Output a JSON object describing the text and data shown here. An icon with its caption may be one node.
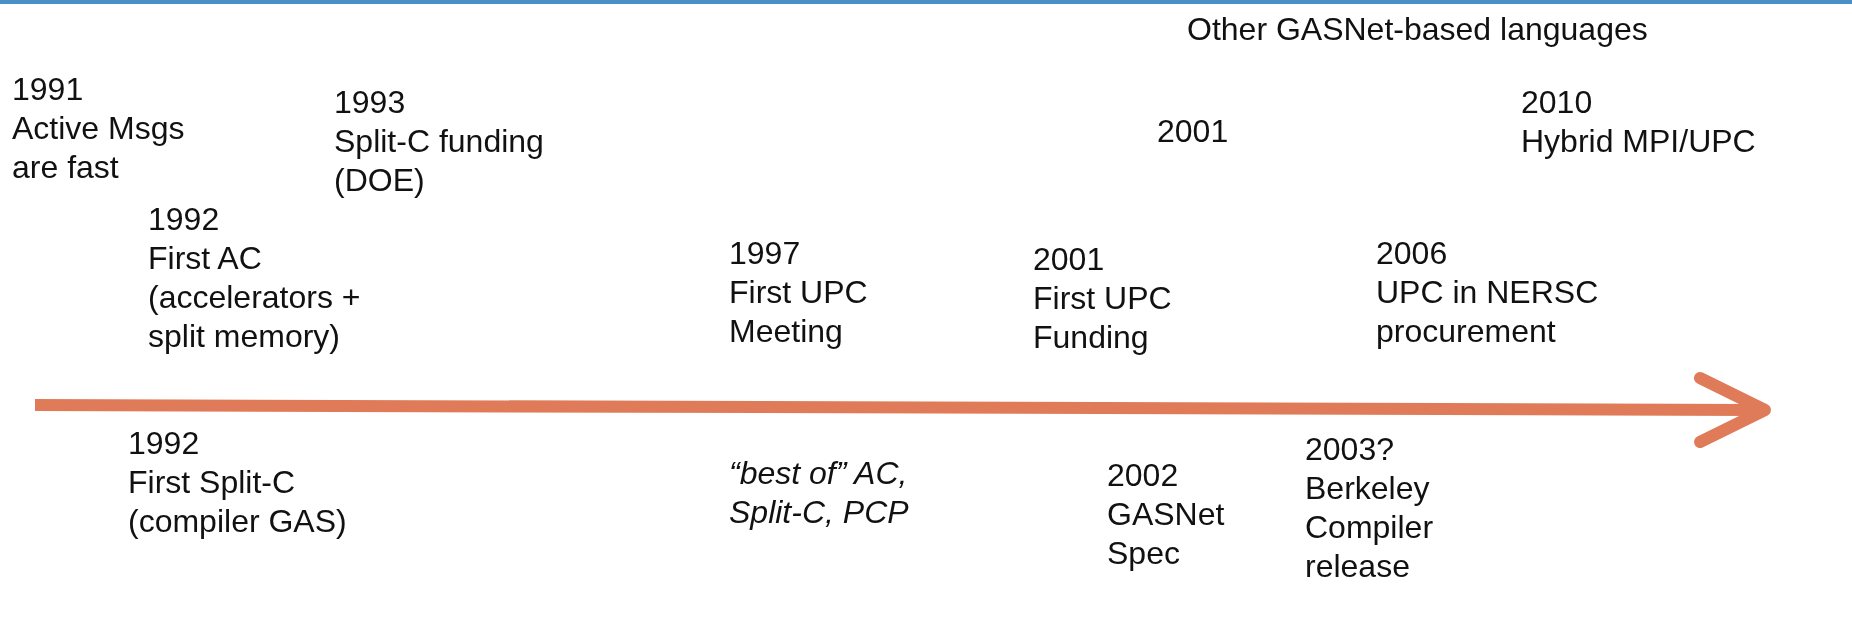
{
  "diagram": {
    "labels": [
      "Other GASNet-based languages",
      "1991 Active Msgs are fast",
      "1993 Split-C funding (DOE)",
      "2001",
      "2010 Hybrid MPI/UPC",
      "1992 First AC (accelerators + split memory)",
      "1997 First UPC Meeting",
      "2001 First UPC Funding",
      "2006 UPC in NERSC procurement",
      "1992 First Split-C (compiler GAS)",
      "“best of” AC, Split-C, PCP",
      "2002 GASNet Spec",
      "2003? Berkeley Compiler release"
    ]
  }
}
